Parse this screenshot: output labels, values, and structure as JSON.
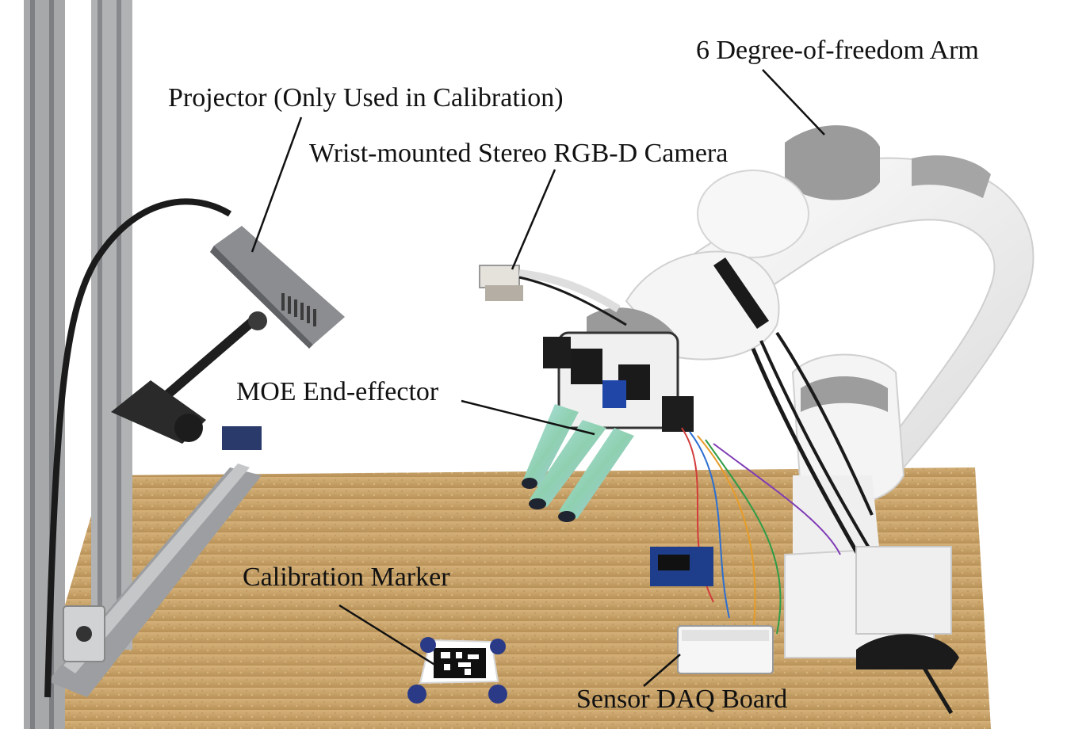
{
  "labels": {
    "arm": "6 Degree-of-freedom Arm",
    "projector": "Projector (Only Used in Calibration)",
    "camera": "Wrist-mounted Stereo RGB-D Camera",
    "end_effector": "MOE End-effector",
    "marker": "Calibration Marker",
    "daq": "Sensor DAQ Board"
  },
  "colors": {
    "table": "#c9a46a",
    "frame": "#9a9c9e",
    "robot": "#f2f2f2",
    "robot_joint": "#9b9b9b",
    "fingers": "#8fd3d8"
  }
}
